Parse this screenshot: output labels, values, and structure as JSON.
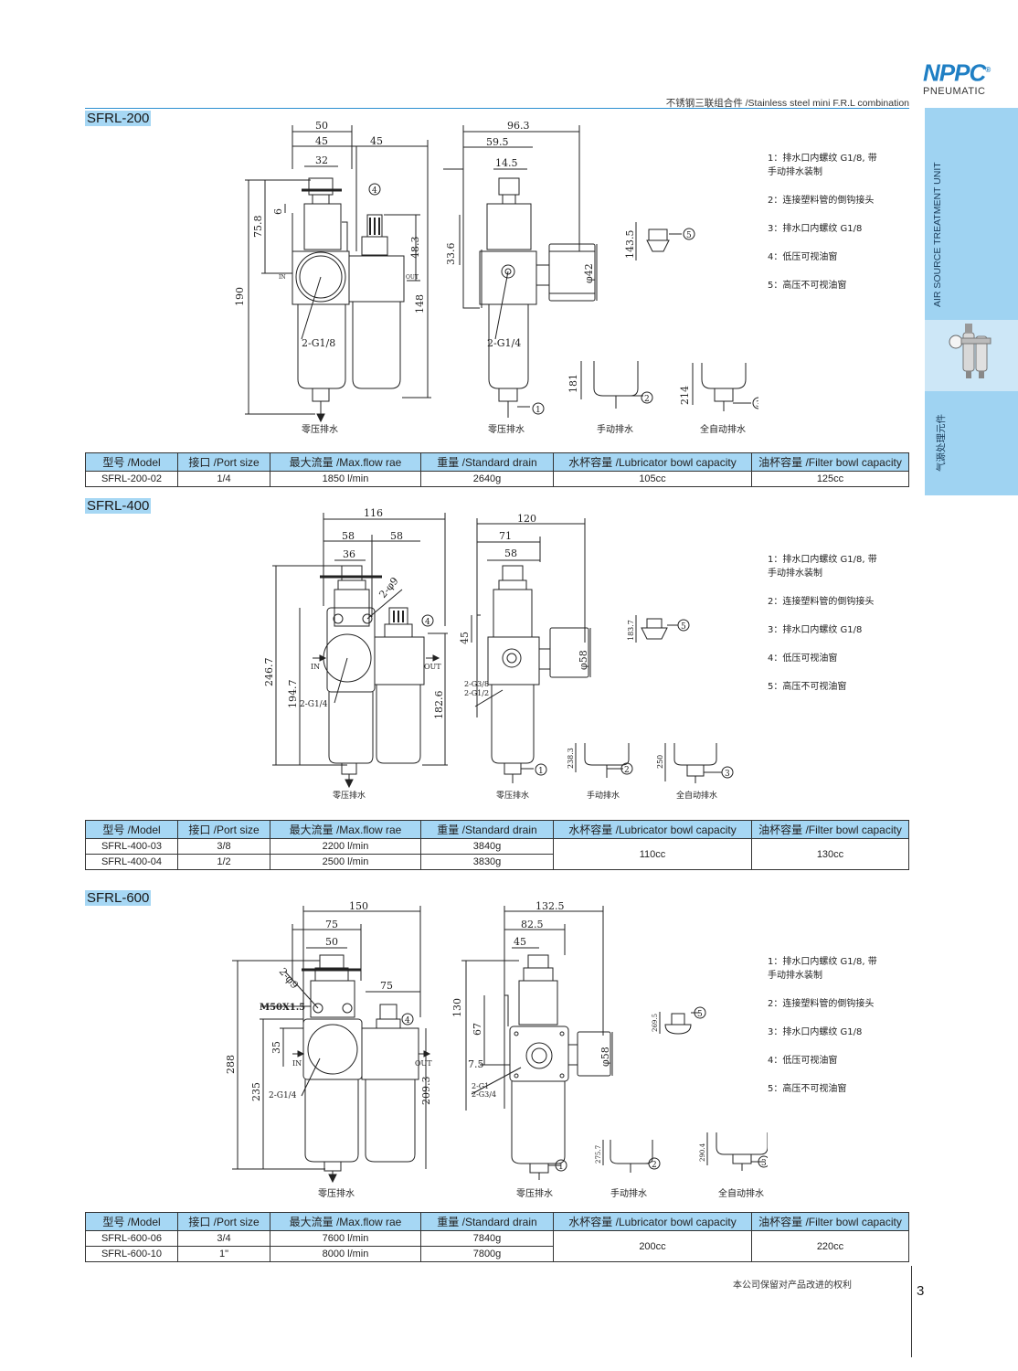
{
  "brand": {
    "logo": "NPPC",
    "sub": "PNEUMATIC"
  },
  "header": {
    "title": "不锈钢三联组合件 /Stainless steel mini F.R.L combination"
  },
  "side": {
    "en": "AIR SOURCE TREATMENT UNIT",
    "cn": "气源处理元件"
  },
  "legend": {
    "item1a": "1：排水口内螺纹 G1/8, 带",
    "item1b": "手动排水装制",
    "item2": "2：连接塑料管的倒钩接头",
    "item3": "3：排水口内螺纹 G1/8",
    "item4": "4：低压可视油窗",
    "item5": "5：高压不可视油窗"
  },
  "captions": {
    "zero": "零压排水",
    "manual": "手动排水",
    "auto": "全自动排水"
  },
  "table_headers": [
    "型号 /Model",
    "接口 /Port size",
    "最大流量 /Max.flow rae",
    "重量 /Standard drain",
    "水杯容量 /Lubricator bowl capacity",
    "油杯容量 /Filter bowl capacity"
  ],
  "sections": [
    {
      "title": "SFRL-200",
      "dims": {
        "d50": "50",
        "d45a": "45",
        "d45b": "45",
        "d32": "32",
        "d758": "75.8",
        "d6": "6",
        "d190": "190",
        "d483": "48.3",
        "d148": "148",
        "d963": "96.3",
        "d595": "59.5",
        "d145": "14.5",
        "d336": "33.6",
        "d42": "φ42",
        "d1435": "143.5",
        "d181": "181",
        "d214": "214",
        "port1": "2-G1/8",
        "port2": "2-G1/4",
        "in": "IN",
        "out": "OUT"
      },
      "rows": [
        {
          "model": "SFRL-200-02",
          "port": "1/4",
          "flow": "1850 l/min",
          "weight": "2640g"
        }
      ],
      "lub": "105cc",
      "filter": "125cc"
    },
    {
      "title": "SFRL-400",
      "dims": {
        "d116": "116",
        "d58a": "58",
        "d58b": "58",
        "d36": "36",
        "d29": "2-φ9",
        "d2467": "246.7",
        "d1947": "194.7",
        "d1826": "182.6",
        "d120": "120",
        "d71": "71",
        "d58c": "58",
        "d45": "45",
        "d58d": "φ58",
        "d1837": "183.7",
        "d2383": "238.3",
        "d250": "250",
        "port1": "2-G1/4",
        "port2a": "2-G3/8",
        "port2b": "2-G1/2",
        "in": "IN",
        "out": "OUT"
      },
      "rows": [
        {
          "model": "SFRL-400-03",
          "port": "3/8",
          "flow": "2200 l/min",
          "weight": "3840g"
        },
        {
          "model": "SFRL-400-04",
          "port": "1/2",
          "flow": "2500 l/min",
          "weight": "3830g"
        }
      ],
      "lub": "110cc",
      "filter": "130cc"
    },
    {
      "title": "SFRL-600",
      "dims": {
        "d150": "150",
        "d75a": "75",
        "d50": "50",
        "d75b": "75",
        "d29": "2-φ9",
        "m50": "M50X1.5",
        "d35": "35",
        "d288": "288",
        "d235": "235",
        "d2093": "209.3",
        "d1325": "132.5",
        "d825": "82.5",
        "d45": "45",
        "d130": "130",
        "d67": "67",
        "d75c": "7.5",
        "d58": "φ58",
        "d2695": "269.5",
        "d2757": "275.7",
        "d2904": "290.4",
        "port1": "2-G1/4",
        "port2a": "2-G1",
        "port2b": "2-G3/4",
        "in": "IN",
        "out": "OUT"
      },
      "rows": [
        {
          "model": "SFRL-600-06",
          "port": "3/4",
          "flow": "7600 l/min",
          "weight": "7840g"
        },
        {
          "model": "SFRL-600-10",
          "port": "1\"",
          "flow": "8000 l/min",
          "weight": "7800g"
        }
      ],
      "lub": "200cc",
      "filter": "220cc"
    }
  ],
  "footer": {
    "note": "本公司保留对产品改进的权利",
    "page": "3"
  }
}
